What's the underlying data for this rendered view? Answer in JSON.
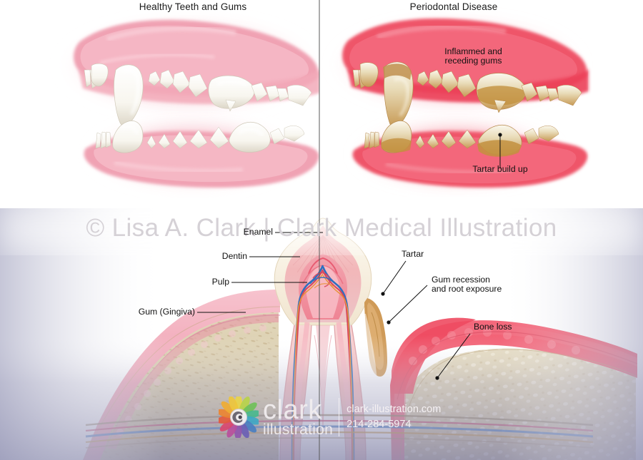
{
  "figure": {
    "kind": "veterinary-dental-comparison-illustration",
    "subject": "canine-jaw"
  },
  "panels": {
    "left": {
      "title": "Healthy Teeth and Gums"
    },
    "right": {
      "title": "Periodontal Disease"
    }
  },
  "callouts": {
    "inflamed_gums": {
      "line1": "Inflammed and",
      "line2": "receding gums"
    },
    "tartar_build_up": {
      "label": "Tartar build up"
    },
    "enamel": {
      "label": "Enamel"
    },
    "dentin": {
      "label": "Dentin"
    },
    "pulp": {
      "label": "Pulp"
    },
    "gum_gingiva": {
      "label": "Gum (Gingiva)"
    },
    "tartar": {
      "label": "Tartar"
    },
    "gum_recession": {
      "line1": "Gum recession",
      "line2": "and root exposure"
    },
    "bone_loss": {
      "label": "Bone loss"
    }
  },
  "watermark": {
    "text": "© Lisa A. Clark | Clark Medical Illustration"
  },
  "logo": {
    "word_line1": "clark",
    "word_line2": "illustration",
    "website": "clark-illustration.com",
    "phone": "214-284-5974",
    "mark_name": "pinwheel-color-wheel-logo"
  },
  "colors": {
    "healthy_gum": "#f2a9b8",
    "healthy_gum_deep": "#e8889d",
    "inflamed_gum": "#f0556a",
    "inflamed_gum_deep": "#e0364f",
    "tooth_white": "#fbfaf6",
    "tooth_shadow": "#ddd8cc",
    "tartar": "#cf9a57",
    "tartar_light": "#e3bd86",
    "bone": "#d9cdae",
    "bone_dark": "#b8a57e",
    "dentin": "#f0b3b3",
    "enamel": "#f6efe0",
    "pulp_red": "#e8556b",
    "vein_blue": "#2f6fbf",
    "nerve_orange": "#e8933a",
    "divider": "#5a5a5a",
    "label_text": "#111111",
    "watermark": "#d5d1d6",
    "fade_lavender": "#9a9ab8"
  }
}
